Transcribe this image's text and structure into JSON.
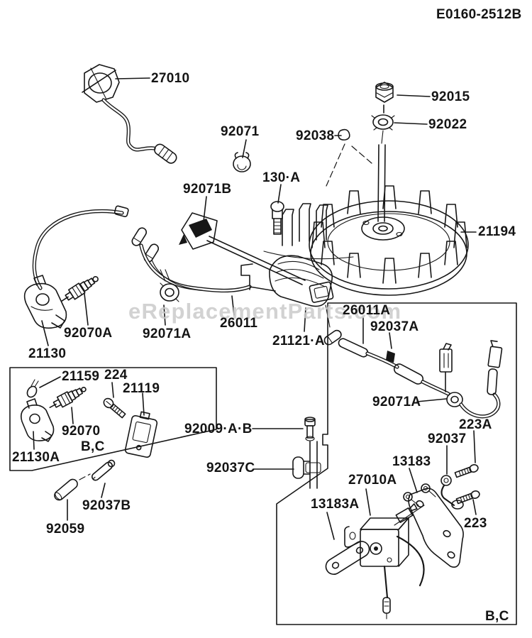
{
  "page": {
    "title": "E0160-2512B",
    "watermark": "eReplacementParts.com",
    "type": "exploded-parts-diagram"
  },
  "colors": {
    "ink": "#161616",
    "background": "#ffffff",
    "watermark": "#cbcbcb"
  },
  "labels": {
    "n27010": {
      "text": "27010"
    },
    "n92015": {
      "text": "92015"
    },
    "n92022": {
      "text": "92022"
    },
    "n92071": {
      "text": "92071"
    },
    "n92038": {
      "text": "92038"
    },
    "n130a": {
      "text": "130·A"
    },
    "n92071b": {
      "text": "92071B"
    },
    "n21194": {
      "text": "21194"
    },
    "n92070a": {
      "text": "92070A"
    },
    "n21130": {
      "text": "21130"
    },
    "n92071a_left": {
      "text": "92071A"
    },
    "n26011": {
      "text": "26011"
    },
    "n21121a": {
      "text": "21121·A"
    },
    "n26011a": {
      "text": "26011A"
    },
    "n92037a": {
      "text": "92037A"
    },
    "n92071a_right": {
      "text": "92071A"
    },
    "n223a": {
      "text": "223A"
    },
    "n92037": {
      "text": "92037"
    },
    "n13183": {
      "text": "13183"
    },
    "n27010a": {
      "text": "27010A"
    },
    "n13183a": {
      "text": "13183A"
    },
    "n92009ab": {
      "text": "92009·A·B"
    },
    "n92037c": {
      "text": "92037C"
    },
    "n223": {
      "text": "223"
    },
    "n21159": {
      "text": "21159"
    },
    "n224": {
      "text": "224"
    },
    "n21119": {
      "text": "21119"
    },
    "n92070": {
      "text": "92070"
    },
    "n21130a": {
      "text": "21130A"
    },
    "n92037b": {
      "text": "92037B"
    },
    "n92059": {
      "text": "92059"
    },
    "bc_small": {
      "text": "B,C"
    },
    "bc_big": {
      "text": "B,C"
    }
  }
}
